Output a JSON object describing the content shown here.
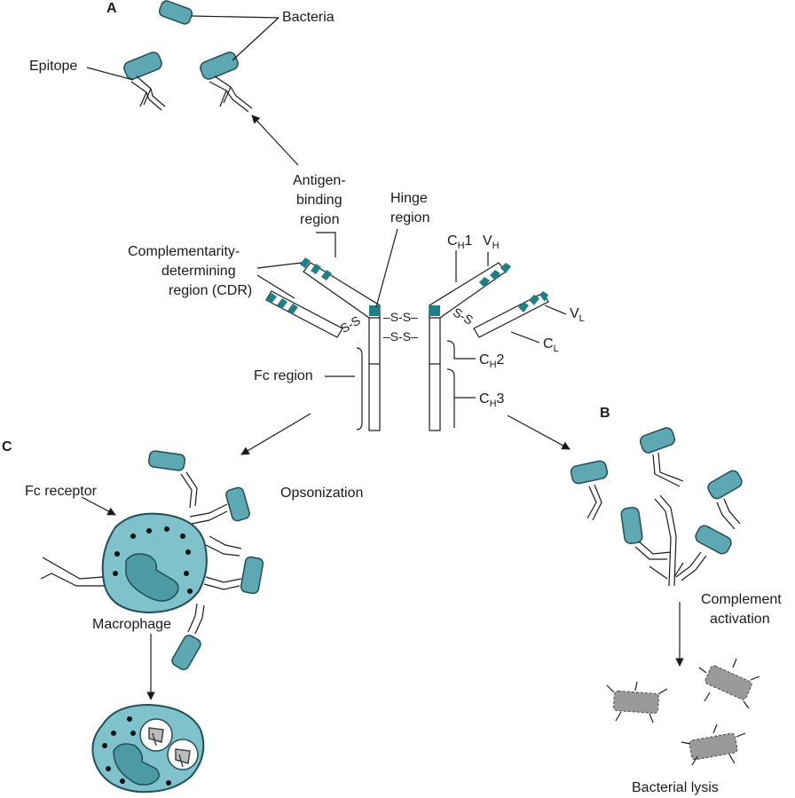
{
  "panels": {
    "a": "A",
    "b": "B",
    "c": "C"
  },
  "labels": {
    "bacteria": "Bacteria",
    "epitope": "Epitope",
    "antigen_binding_1": "Antigen-",
    "antigen_binding_2": "binding",
    "antigen_binding_3": "region",
    "hinge_1": "Hinge",
    "hinge_2": "region",
    "cdr_1": "Complementarity-",
    "cdr_2": "determining",
    "cdr_3": "region (CDR)",
    "fc_region": "Fc region",
    "fc_receptor": "Fc receptor",
    "opsonization": "Opsonization",
    "macrophage": "Macrophage",
    "complement_1": "Complement",
    "complement_2": "activation",
    "bacterial_lysis": "Bacterial lysis",
    "disulfide": "S-S"
  },
  "domains": {
    "ch1": {
      "main": "C",
      "sub": "H",
      "suffix": "1"
    },
    "vh": {
      "main": "V",
      "sub": "H",
      "suffix": ""
    },
    "vl": {
      "main": "V",
      "sub": "L",
      "suffix": ""
    },
    "cl": {
      "main": "C",
      "sub": "L",
      "suffix": ""
    },
    "ch2": {
      "main": "C",
      "sub": "H",
      "suffix": "2"
    },
    "ch3": {
      "main": "C",
      "sub": "H",
      "suffix": "3"
    }
  },
  "colors": {
    "teal": "#1f7f86",
    "bacteria": "#5da8b2",
    "cell": "#7fc2cb",
    "lysed": "#9a9a9a"
  }
}
